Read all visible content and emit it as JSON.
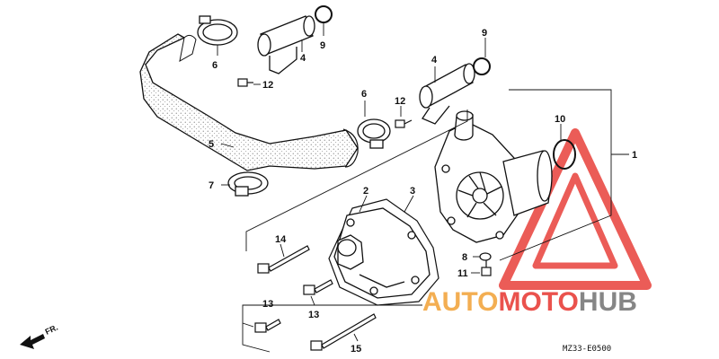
{
  "callouts": {
    "c1": "1",
    "c2": "2",
    "c3": "3",
    "c4a": "4",
    "c4b": "4",
    "c5": "5",
    "c6a": "6",
    "c6b": "6",
    "c7": "7",
    "c8": "8",
    "c9a": "9",
    "c9b": "9",
    "c10": "10",
    "c11": "11",
    "c12a": "12",
    "c12b": "12",
    "c13a": "13",
    "c13b": "13",
    "c14": "14",
    "c15": "15"
  },
  "direction_label": "FR.",
  "diagram_code": "MZ33-E0500",
  "watermark": {
    "auto": "AUTO",
    "moto": "MOTO",
    "hub": "HUB",
    "color_red": "#e8403a",
    "color_orange": "#f2a640",
    "color_gray": "#7a7a7a"
  }
}
